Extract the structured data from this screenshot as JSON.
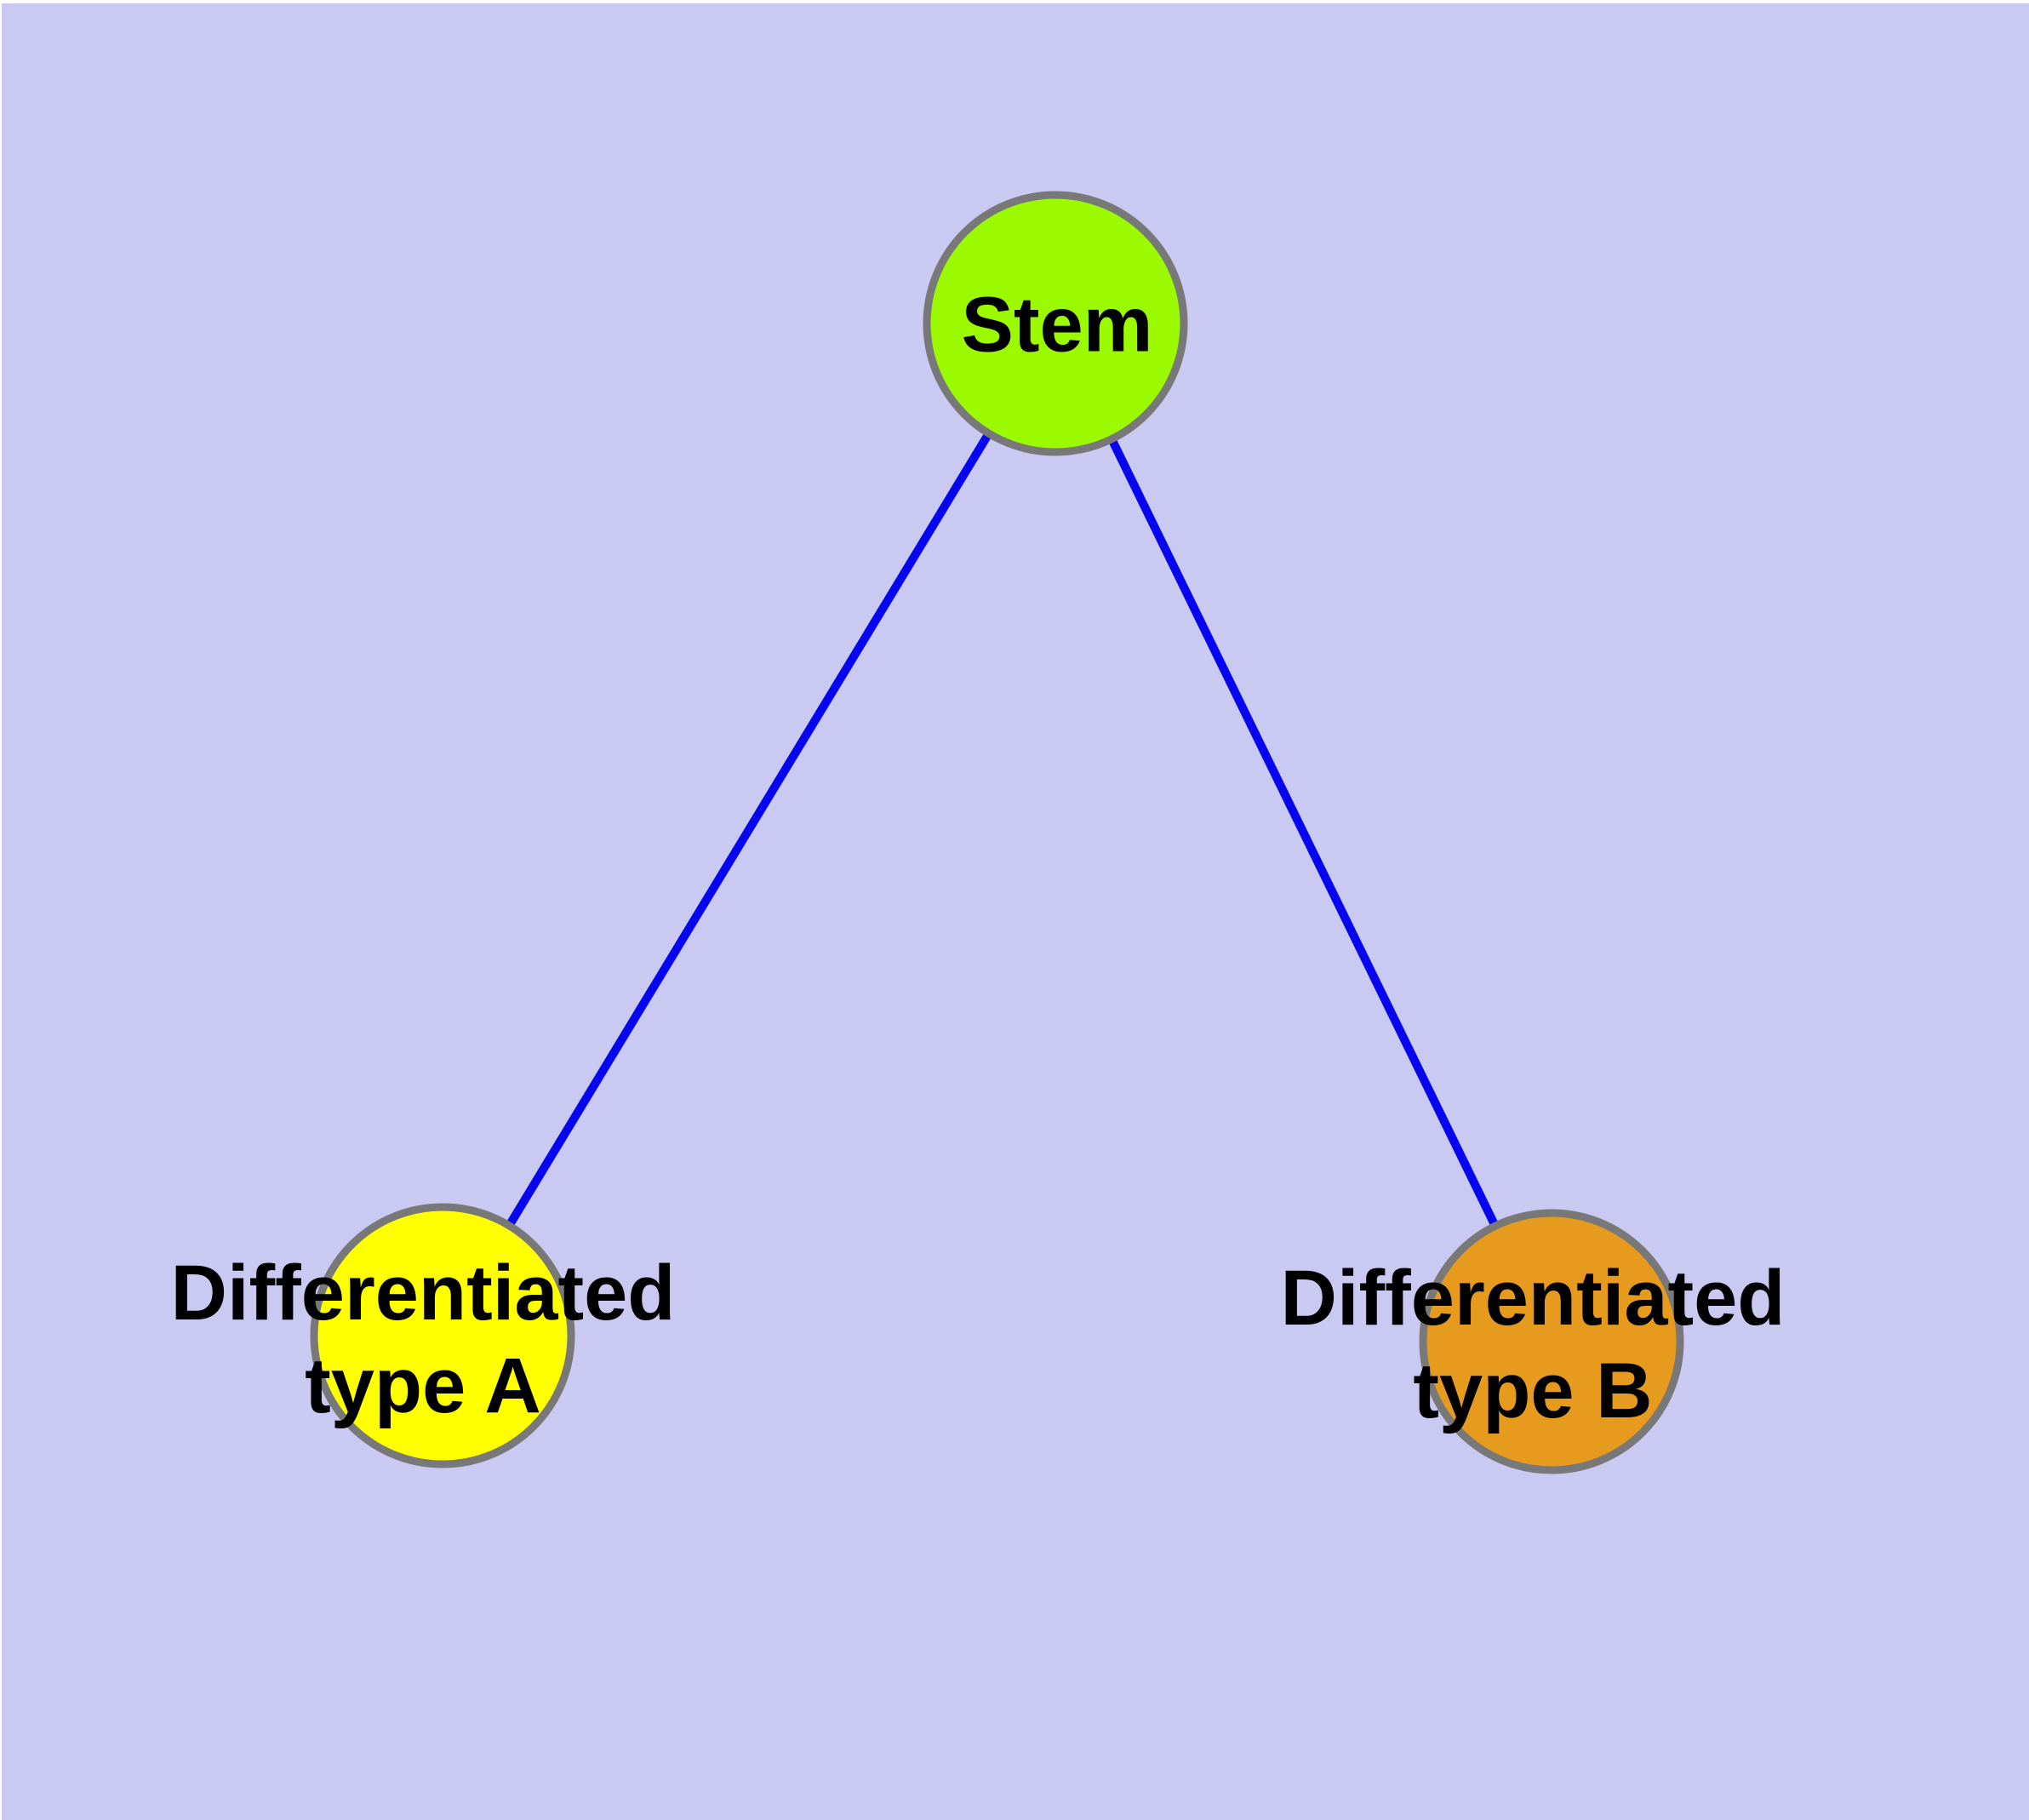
{
  "diagram": {
    "type": "node-link-graph",
    "background_color": "#c9c9f2",
    "edge_color": "#0505f0",
    "node_border_color": "#787878",
    "label_color": "#000000",
    "nodes": [
      {
        "id": "stem",
        "label": "Stem",
        "color": "#9bfa00"
      },
      {
        "id": "differentiated-type-a",
        "label": "Differentiated\ntype A",
        "color": "#ffff00"
      },
      {
        "id": "differentiated-type-b",
        "label": "Differentiated\ntype B",
        "color": "#e69a1e"
      }
    ],
    "edges": [
      {
        "from": "Stem",
        "to": "Differentiated type A"
      },
      {
        "from": "Stem",
        "to": "Differentiated type B"
      }
    ]
  }
}
